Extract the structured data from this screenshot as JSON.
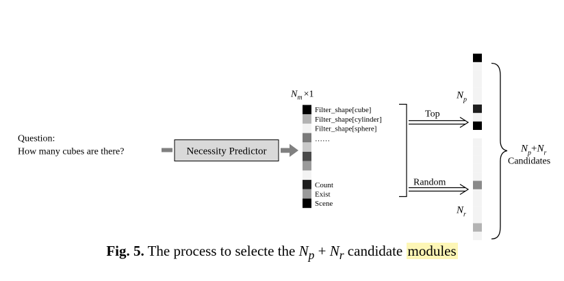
{
  "question": {
    "label": "Question:",
    "text": "How many cubes are there?"
  },
  "predictor": {
    "label": "Necessity Predictor"
  },
  "vector": {
    "size_label_base": "N",
    "size_label_sub": "m",
    "size_label_suffix": "×1",
    "cells": [
      {
        "module": "Filter_shape[cube]",
        "color": "#000000"
      },
      {
        "module": "Filter_shape[cylinder]",
        "color": "#b3b3b3"
      },
      {
        "module": "Filter_shape[sphere]",
        "color": "#f3f3f3"
      },
      {
        "module": "",
        "color": "#7a7a7a"
      },
      {
        "module": "",
        "color": "#c9c9c9"
      },
      {
        "module": "",
        "color": "#4a4a4a"
      },
      {
        "module": "",
        "color": "#9a9a9a"
      },
      {
        "module": "",
        "color": "#f3f3f3"
      },
      {
        "module": "Count",
        "color": "#1e1e1e"
      },
      {
        "module": "Exist",
        "color": "#9a9a9a"
      },
      {
        "module": "Scene",
        "color": "#000000"
      }
    ],
    "ellipsis": "……"
  },
  "arrows": {
    "top_label": "Top",
    "random_label": "Random"
  },
  "candidates": {
    "np_base": "N",
    "np_sub": "p",
    "nr_base": "N",
    "nr_sub": "r",
    "sum_np_base": "N",
    "sum_np_sub": "p",
    "sum_plus": "+",
    "sum_nr_base": "N",
    "sum_nr_sub": "r",
    "label": "Candidates",
    "cells": [
      {
        "color": "#000000"
      },
      {
        "color": "#f3f3f3"
      },
      {
        "color": "#f3f3f3"
      },
      {
        "color": "#f3f3f3"
      },
      {
        "color": "#f3f3f3"
      },
      {
        "color": "#f3f3f3"
      },
      {
        "color": "#1e1e1e"
      },
      {
        "color": "#f3f3f3"
      },
      {
        "color": "#000000"
      },
      {
        "color": "#ffffff"
      },
      {
        "color": "#f3f3f3"
      },
      {
        "color": "#f3f3f3"
      },
      {
        "color": "#f3f3f3"
      },
      {
        "color": "#f3f3f3"
      },
      {
        "color": "#f3f3f3"
      },
      {
        "color": "#8a8a8a"
      },
      {
        "color": "#f3f3f3"
      },
      {
        "color": "#f3f3f3"
      },
      {
        "color": "#f3f3f3"
      },
      {
        "color": "#f3f3f3"
      },
      {
        "color": "#b3b3b3"
      },
      {
        "color": "#f3f3f3"
      }
    ]
  },
  "caption": {
    "fig_label": "Fig. 5.",
    "text_before": " The process to selecte the ",
    "math_np_base": "N",
    "math_np_sub": "p",
    "math_plus": " + ",
    "math_nr_base": "N",
    "math_nr_sub": "r",
    "text_middle": " candidate ",
    "highlight": "modules"
  }
}
